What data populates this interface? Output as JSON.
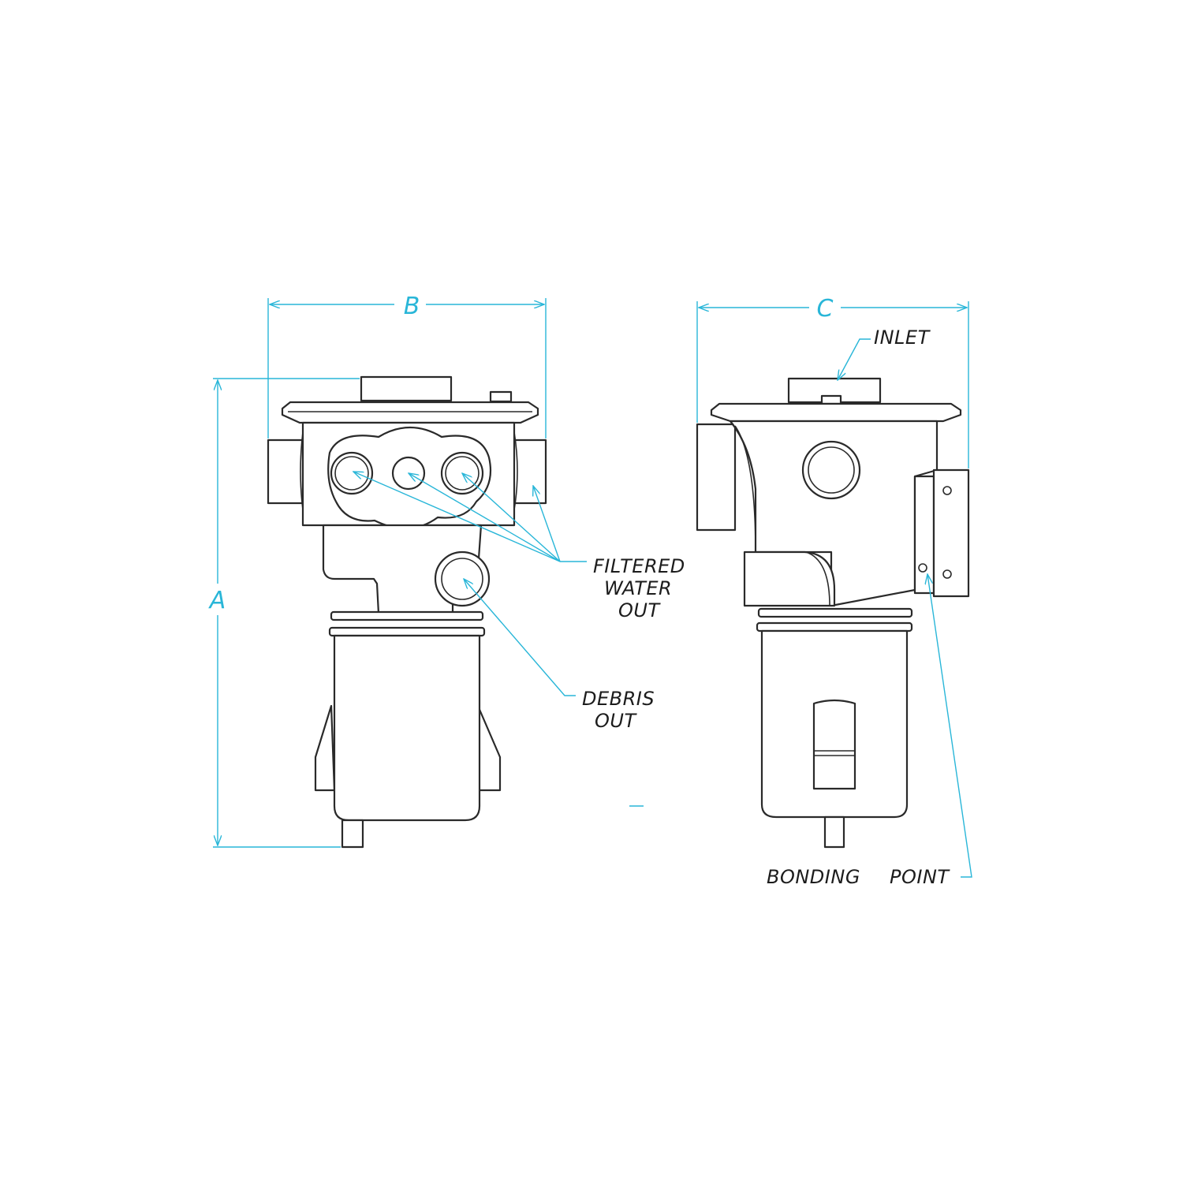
{
  "colors": {
    "accent": "#29b6d8",
    "line": "#2a2a2a",
    "background": "#ffffff"
  },
  "dimensions": {
    "a": "A",
    "b": "B",
    "c": "C"
  },
  "labels": {
    "inlet": "INLET",
    "filtered_water_out": [
      "FILTERED",
      "WATER",
      "OUT"
    ],
    "debris_out": [
      "DEBRIS",
      "OUT"
    ],
    "bonding": "BONDING",
    "point": "POINT"
  }
}
